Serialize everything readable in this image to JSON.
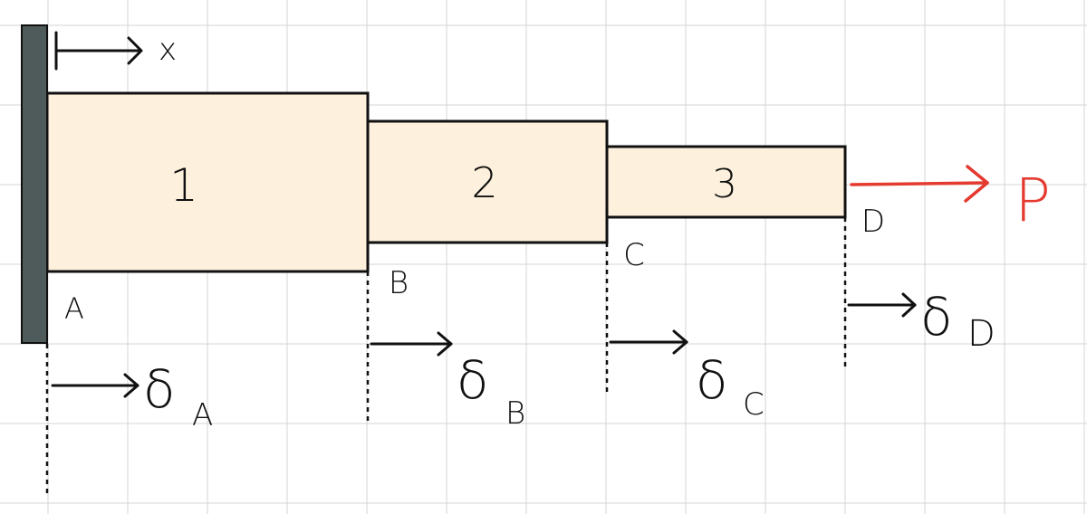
{
  "axis": {
    "label": "x"
  },
  "segments": [
    {
      "label": "1"
    },
    {
      "label": "2"
    },
    {
      "label": "3"
    }
  ],
  "points": [
    {
      "label": "A"
    },
    {
      "label": "B"
    },
    {
      "label": "C"
    },
    {
      "label": "D"
    }
  ],
  "displacements": [
    {
      "symbol": "δ",
      "sub": "A"
    },
    {
      "symbol": "δ",
      "sub": "B"
    },
    {
      "symbol": "δ",
      "sub": "C"
    },
    {
      "symbol": "δ",
      "sub": "D"
    }
  ],
  "load": {
    "label": "P"
  },
  "colors": {
    "grid": "#d4d4d4",
    "bar_fill": "#fdf0dc",
    "bar_stroke": "#111111",
    "wall": "#4f5a5a",
    "load": "#e43a2f",
    "ink": "#111111"
  }
}
